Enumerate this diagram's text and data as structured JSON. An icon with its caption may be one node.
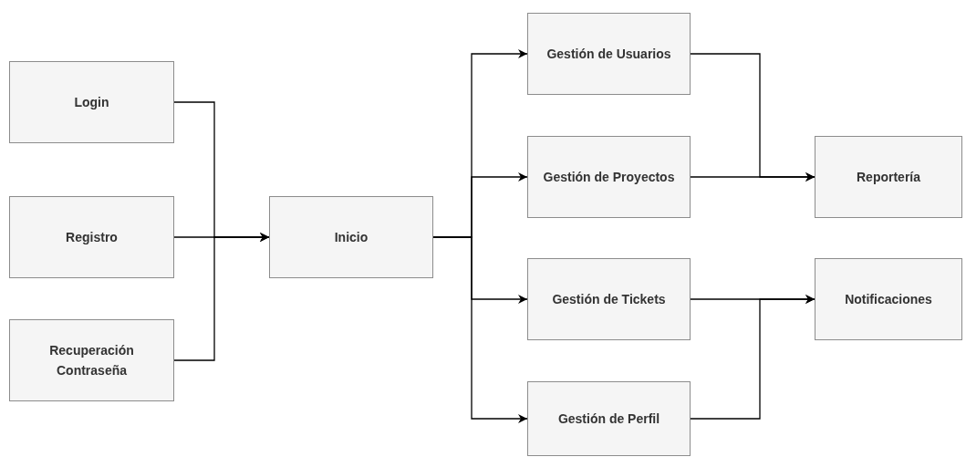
{
  "diagram": {
    "nodes": [
      {
        "text": [
          "Login"
        ]
      },
      {
        "text": [
          "Registro"
        ]
      },
      {
        "text": [
          "Recuperación Contraseña"
        ]
      },
      {
        "text": [
          "Inicio"
        ]
      },
      {
        "text": [
          "Gestión de Usuarios"
        ]
      },
      {
        "text": [
          "Gestión de Proyectos"
        ]
      },
      {
        "text": [
          "Gestión de Tickets"
        ]
      },
      {
        "text": [
          "Gestión de Perfil"
        ]
      },
      {
        "text": [
          "Reportería"
        ]
      },
      {
        "text": [
          "Notificaciones"
        ]
      }
    ],
    "edges": [
      {
        "from": 0,
        "to": 3,
        "arrow": "to"
      },
      {
        "from": 1,
        "to": 3,
        "arrow": "to"
      },
      {
        "from": 2,
        "to": 3,
        "arrow": "to"
      },
      {
        "from": 3,
        "to": 4,
        "arrow": "to"
      },
      {
        "from": 3,
        "to": 5,
        "arrow": "to"
      },
      {
        "from": 3,
        "to": 6,
        "arrow": "to"
      },
      {
        "from": 3,
        "to": 7,
        "arrow": "to"
      },
      {
        "from": 4,
        "to": 8,
        "arrow": "to"
      },
      {
        "from": 5,
        "to": 8,
        "arrow": "to"
      },
      {
        "from": 6,
        "to": 9,
        "arrow": "to"
      },
      {
        "from": 7,
        "to": 9,
        "arrow": "to"
      }
    ]
  }
}
